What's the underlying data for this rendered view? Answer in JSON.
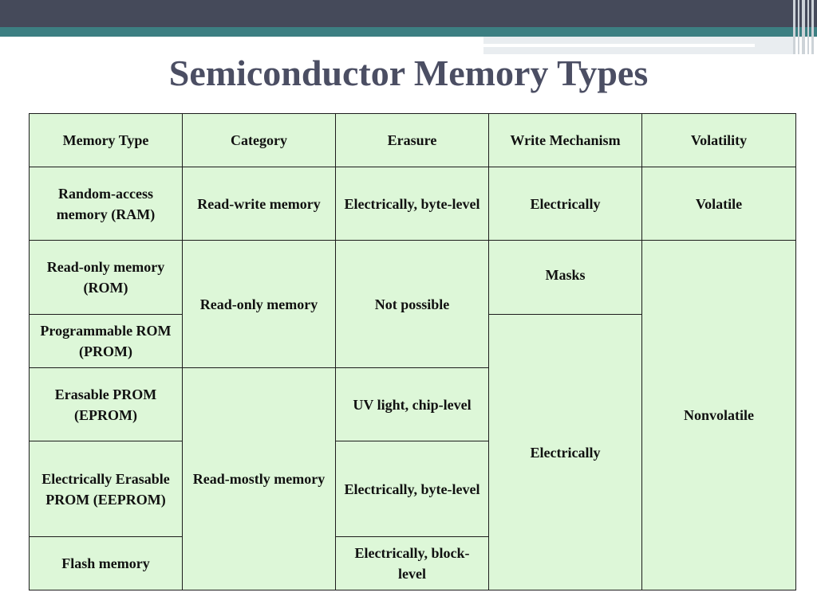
{
  "slide": {
    "title": "Semiconductor Memory Types"
  },
  "colors": {
    "header_bar": "#454a5a",
    "accent_teal": "#3c7f82",
    "title_text": "#4b4e63",
    "table_fill": "#ddf7d8",
    "border": "#1c1c1c"
  },
  "table": {
    "headers": [
      "Memory Type",
      "Category",
      "Erasure",
      "Write Mechanism",
      "Volatility"
    ],
    "cells": {
      "ram_type": "Random-access memory (RAM)",
      "ram_category": "Read-write memory",
      "ram_erasure": "Electrically, byte-level",
      "ram_write": "Electrically",
      "ram_volatility": "Volatile",
      "rom_type": "Read-only memory (ROM)",
      "rom_prom_category": "Read-only memory",
      "rom_prom_erasure": "Not possible",
      "rom_write": "Masks",
      "nonvolatile": "Nonvolatile",
      "prom_type": "Programmable ROM (PROM)",
      "prom_onward_write": "Electrically",
      "eprom_type": "Erasable PROM (EPROM)",
      "read_mostly_category": "Read-mostly memory",
      "eprom_erasure": "UV light, chip-level",
      "eeprom_type": "Electrically Erasable PROM (EEPROM)",
      "eeprom_erasure": "Electrically, byte-level",
      "flash_type": "Flash memory",
      "flash_erasure": "Electrically, block-level"
    }
  }
}
